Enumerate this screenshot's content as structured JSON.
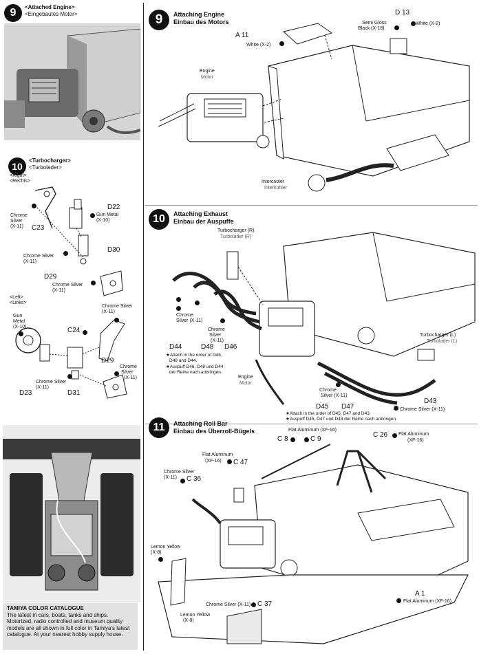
{
  "left": {
    "step9": {
      "num": "9",
      "title": "<Attached Engine>",
      "subtitle": "<Eingebautes Motor>"
    },
    "step10": {
      "num": "10",
      "title": "<Turbocharger>",
      "subtitle": "<Turbolader>",
      "right_label": "<Right>",
      "right_label_de": "<Rechts>",
      "left_label": "<Left>",
      "left_label_de": "<Links>",
      "parts": {
        "D22": "D22",
        "C23": "C23",
        "D30": "D30",
        "D29a": "D29",
        "C24": "C24",
        "D29b": "D29",
        "D23": "D23",
        "D31": "D31"
      },
      "colors": {
        "gm1": "Gun Metal",
        "gm1c": "(X-10)",
        "cs1": "Chrome",
        "cs1b": "Silver",
        "cs1c": "(X-11)",
        "cs2": "Chrome Silver",
        "cs2c": "(X-11)",
        "cs3": "Chrome Silver",
        "cs3c": "(X-11)",
        "cs4": "Chrome Silver",
        "cs4c": "(X-11)",
        "gm2": "Gun",
        "gm2b": "Metal",
        "gm2c": "(X-10)",
        "cs5": "Chrome",
        "cs5b": "Silver",
        "cs5c": "(X-11)",
        "cs6": "Chrome Silver",
        "cs6c": "(X-11)"
      }
    },
    "catalogue": {
      "title": "TAMIYA COLOR CATALOGUE",
      "body": "The latest in cars, boats, tanks and ships. Motorized, radio controlled and museum quality models are all shown in full color in Tamiya's latest catalogue. At your nearest hobby supply house."
    }
  },
  "right": {
    "step9": {
      "num": "9",
      "title": "Attaching Engine",
      "subtitle": "Einbau des Motors",
      "A11": "A 11",
      "white1": "White (X-2)",
      "semi": "Semi Gloss",
      "black": "Black (X-18)",
      "D13": "D 13",
      "white2": "White (X-2)",
      "engine": "Engine",
      "motor": "Motor",
      "intercooler": "Intercooler",
      "interkuhler": "Interkühler"
    },
    "step10": {
      "num": "10",
      "title": "Attaching Exhaust",
      "subtitle": "Einbau der Auspuffe",
      "turboR": "Turbocharger (R)",
      "turboR_de": "Turbolader (R)",
      "turboL": "Turbocharger (L)",
      "turboL_de": "Turbolader (L)",
      "cs1": "Chrome",
      "cs1b": "Silver (X-11)",
      "cs2": "Chrome",
      "cs2b": "Silver",
      "cs2c": "(X-11)",
      "D44": "D44",
      "D48": "D48",
      "D46": "D46",
      "note1": "★Attach in the order of D46,",
      "note1b": "D48 and D44.",
      "note1de": "★Auspuff D46, D48 und D44",
      "note1de2": "der Reihe nach anbringen.",
      "engine": "Engine",
      "motor": "Motor",
      "cs3": "Chrome",
      "cs3b": "Silver (X-11)",
      "D45": "D45",
      "D47": "D47",
      "D43": "D43",
      "cs4": "Chrome Silver (X-11)",
      "note2": "★Attach in the order of D45, D47 and D43.",
      "note2de": "★Auspuff D45, D47 und D43 der Reihe nach anbringen."
    },
    "step11": {
      "num": "11",
      "title": "Attaching Roll Bar",
      "subtitle": "Einbau des Überroll-Bügels",
      "fa1": "Flat Aluminum (XF-16)",
      "C8": "C 8",
      "C9": "C 9",
      "C26": "C 26",
      "fa2": "Flat Aluminum",
      "fa2b": "(XF-16)",
      "fa3": "Flat Aluminum",
      "fa3b": "(XF-16)",
      "C47": "C 47",
      "cs1": "Chrome Silver",
      "cs1b": "(X-11)",
      "C36": "C 36",
      "ly1": "Lemon Yellow",
      "ly1b": "(X-8)",
      "A1": "A 1",
      "fa4": "Flat Aluminum (XF-16)",
      "cs2": "Chrome Silver (X-11)",
      "C37": "C 37",
      "ly2": "Lemon Yellow",
      "ly2b": "(X-8)"
    }
  }
}
